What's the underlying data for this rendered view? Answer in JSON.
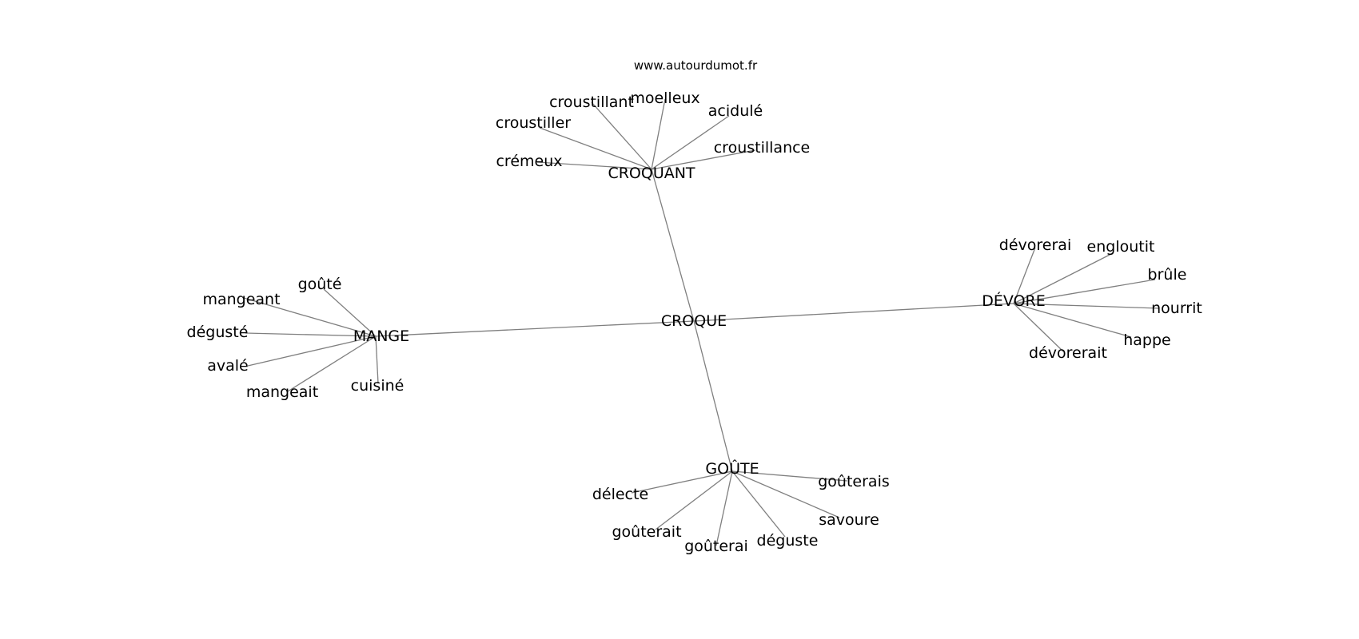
{
  "header": {
    "site": "www.autourdumot.fr"
  },
  "graph": {
    "center": "CROQUE",
    "clusters": [
      {
        "hub": "CROQUANT",
        "leaves": [
          "croustillant",
          "moelleux",
          "acidulé",
          "croustiller",
          "croustillance",
          "crémeux"
        ]
      },
      {
        "hub": "MANGE",
        "leaves": [
          "goûté",
          "mangeant",
          "dégusté",
          "avalé",
          "mangeait",
          "cuisiné"
        ]
      },
      {
        "hub": "DÉVORE",
        "leaves": [
          "dévorerai",
          "engloutit",
          "brûle",
          "nourrit",
          "happe",
          "dévorerait"
        ]
      },
      {
        "hub": "GOÛTE",
        "leaves": [
          "goûterais",
          "délecte",
          "savoure",
          "goûterait",
          "goûterai",
          "déguste"
        ]
      }
    ]
  }
}
